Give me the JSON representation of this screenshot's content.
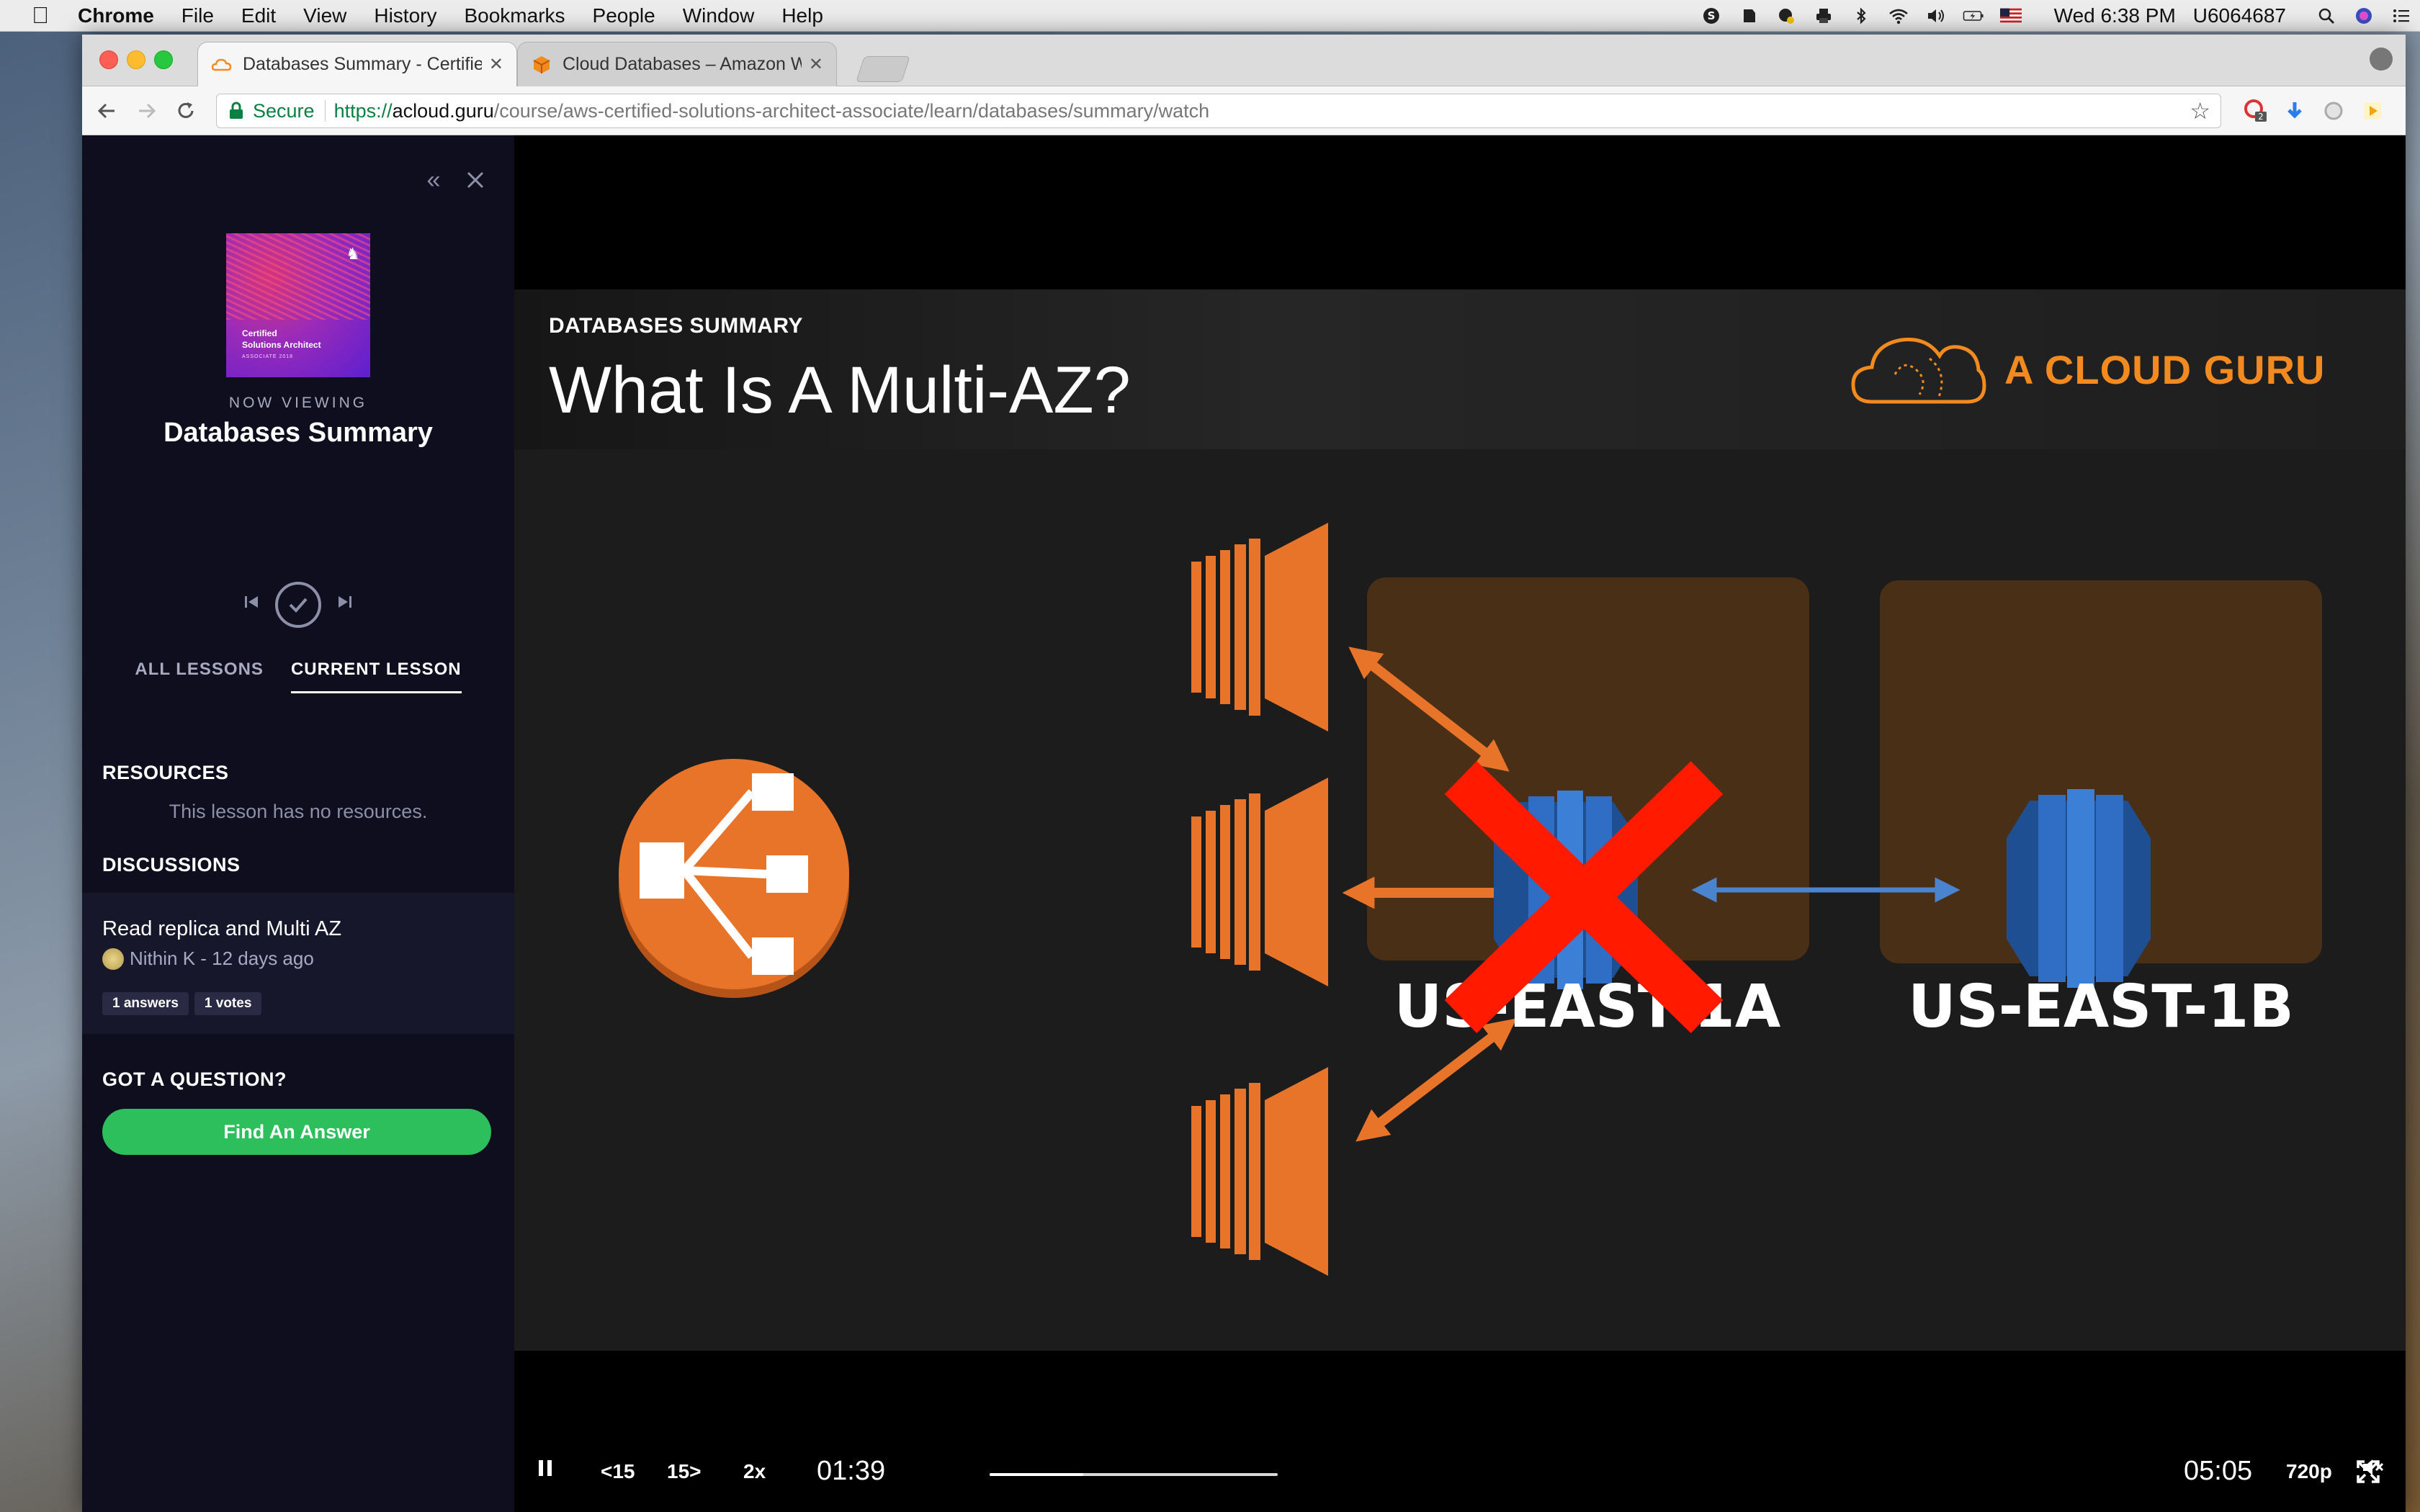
{
  "menubar": {
    "app": "Chrome",
    "items": [
      "File",
      "Edit",
      "View",
      "History",
      "Bookmarks",
      "People",
      "Window",
      "Help"
    ],
    "clock": "Wed 6:38 PM",
    "user": "U6064687"
  },
  "browser": {
    "tabs": [
      {
        "title": "Databases Summary - Certified Solutions Architect",
        "favicon": "cloud-guru-icon"
      },
      {
        "title": "Cloud Databases – Amazon Web Services",
        "favicon": "aws-box-icon"
      }
    ],
    "url": {
      "secure_label": "Secure",
      "scheme": "https://",
      "host": "acloud.guru",
      "path": "/course/aws-certified-solutions-architect-associate/learn/databases/summary/watch"
    },
    "extension_badge": "2"
  },
  "sidebar": {
    "cover": {
      "line1": "Certified",
      "line2": "Solutions Architect",
      "line3": "ASSOCIATE 2018"
    },
    "now_viewing": "NOW VIEWING",
    "lesson_title": "Databases Summary",
    "tabs": {
      "all": "ALL LESSONS",
      "current": "CURRENT LESSON"
    },
    "resources_heading": "RESOURCES",
    "no_resources": "This lesson has no resources.",
    "discussions_heading": "DISCUSSIONS",
    "discussion": {
      "title": "Read replica and Multi AZ",
      "meta": "Nithin K - 12 days ago",
      "answers": "1 answers",
      "votes": "1 votes"
    },
    "question_heading": "GOT A QUESTION?",
    "find_answer": "Find An Answer"
  },
  "video": {
    "kicker": "DATABASES SUMMARY",
    "title": "What Is A Multi-AZ?",
    "brand": "A CLOUD GURU",
    "region_a": "US-EAST-1A",
    "region_b": "US-EAST-1B",
    "controls": {
      "rewind": "15",
      "forward": "15",
      "speed": "2x",
      "current_time": "01:39",
      "duration": "05:05",
      "quality": "720p",
      "progress": 0.3246
    }
  },
  "colors": {
    "aws_orange": "#e8742a",
    "rds_blue": "#2f6ec4",
    "fail_red": "#ff1a00",
    "sidebar_bg": "#0e0e1e",
    "cta_green": "#2cbf5b",
    "brand_orange": "#f28a1f"
  }
}
